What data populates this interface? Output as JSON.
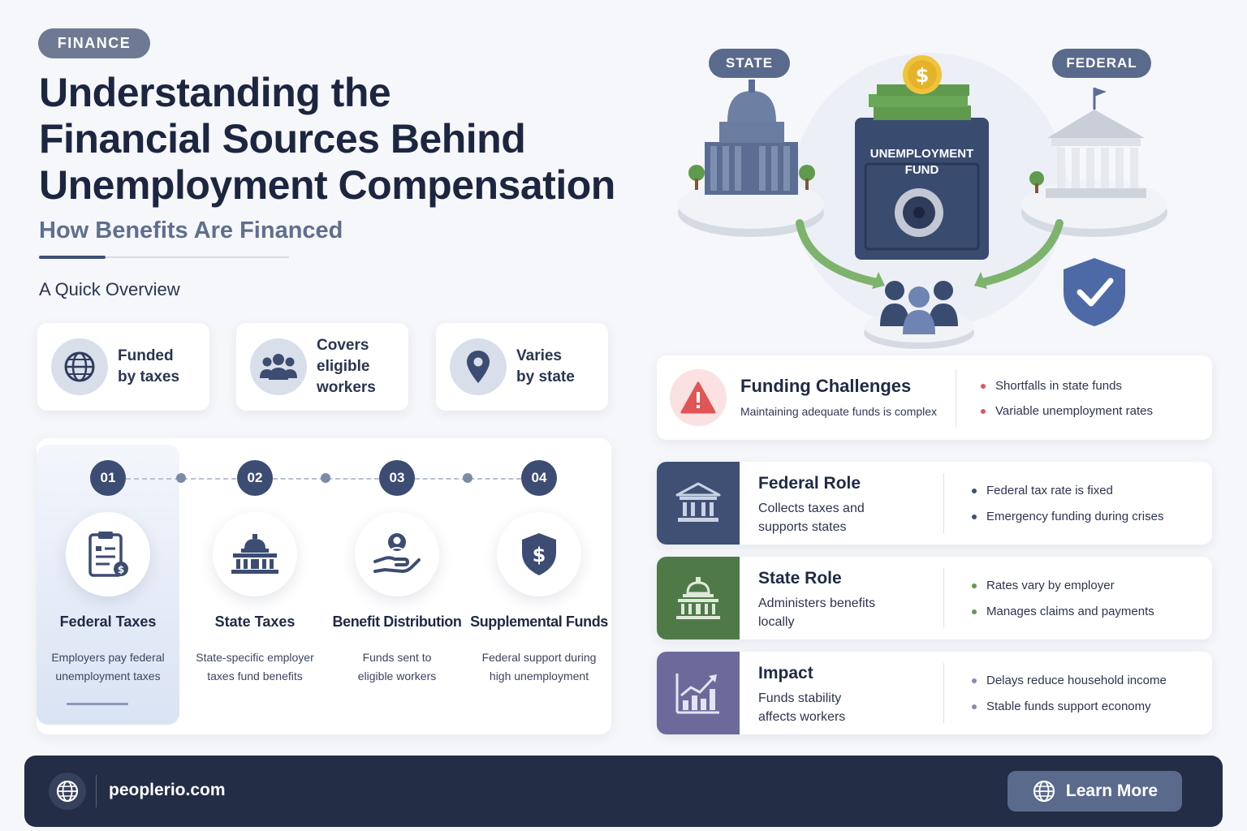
{
  "header": {
    "tag": "FINANCE",
    "title_lines": [
      "Understanding the",
      "Financial Sources Behind",
      "Unemployment Compensation"
    ],
    "subtitle": "How Benefits Are Financed",
    "overview_label": "A Quick Overview"
  },
  "quick_facts": [
    {
      "icon": "globe-icon",
      "lines": [
        "Funded",
        "by taxes"
      ]
    },
    {
      "icon": "people-icon",
      "lines": [
        "Covers",
        "eligible",
        "workers"
      ]
    },
    {
      "icon": "map-pin-icon",
      "lines": [
        "Varies",
        "by state"
      ]
    }
  ],
  "steps": [
    {
      "num": "01",
      "icon": "clipboard-icon",
      "title": "Federal Taxes",
      "desc": [
        "Employers pay federal",
        "unemployment taxes"
      ]
    },
    {
      "num": "02",
      "icon": "capitol-icon",
      "title": "State Taxes",
      "desc": [
        "State-specific employer",
        "taxes fund benefits"
      ]
    },
    {
      "num": "03",
      "icon": "hand-person-icon",
      "title": "Benefit Distribution",
      "desc": [
        "Funds sent to",
        "eligible workers"
      ]
    },
    {
      "num": "04",
      "icon": "shield-dollar-icon",
      "title": "Supplemental Funds",
      "desc": [
        "Federal support during",
        "high unemployment"
      ]
    }
  ],
  "illustration": {
    "state_label": "STATE",
    "federal_label": "FEDERAL",
    "fund_label_1": "UNEMPLOYMENT",
    "fund_label_2": "FUND"
  },
  "challenges": {
    "title": "Funding Challenges",
    "subtitle": "Maintaining adequate funds is complex",
    "bullets": [
      "Shortfalls in state funds",
      "Variable unemployment rates"
    ],
    "accent": "#e05555"
  },
  "roles": [
    {
      "title": "Federal Role",
      "desc": [
        "Collects taxes and",
        "supports states"
      ],
      "bullets": [
        "Federal tax rate is fixed",
        "Emergency funding during crises"
      ],
      "color": "#3f5074",
      "icon": "bank-icon"
    },
    {
      "title": "State Role",
      "desc": [
        "Administers benefits",
        "locally"
      ],
      "bullets": [
        "Rates vary by employer",
        "Manages claims and payments"
      ],
      "color": "#4f7a48",
      "icon": "capitol-icon"
    },
    {
      "title": "Impact",
      "desc": [
        "Funds stability",
        "affects workers"
      ],
      "bullets": [
        "Delays reduce household income",
        "Stable funds support economy"
      ],
      "color": "#6c6a9a",
      "icon": "chart-up-icon"
    }
  ],
  "footer": {
    "url": "peoplerio.com",
    "button_label": "Learn More"
  }
}
